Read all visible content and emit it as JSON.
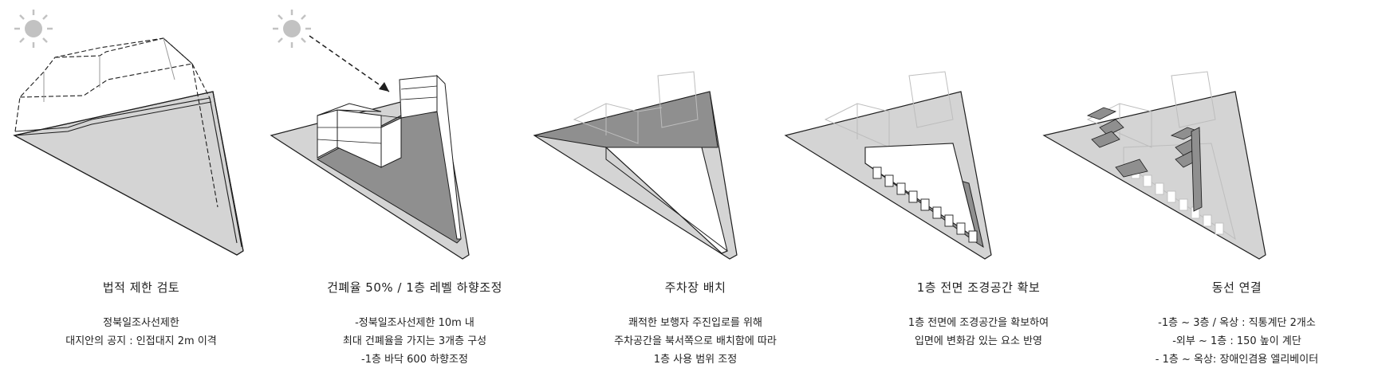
{
  "colors": {
    "ground": "#d4d4d4",
    "shade": "#8f8f8f",
    "line": "#1e1e1e",
    "ghost": "#bdbdbd",
    "sun": "#c2c2c2"
  },
  "panels": [
    {
      "title": "법적 제한 검토",
      "lines": [
        "정북일조사선제한",
        "대지안의 공지 : 인접대지 2m 이격"
      ]
    },
    {
      "title": "건폐율 50% / 1층 레벨 하향조정",
      "lines": [
        "-정북일조사선제한 10m 내",
        "최대 건폐율을 가지는 3개층 구성",
        "-1층 바닥 600  하향조정"
      ]
    },
    {
      "title": "주차장 배치",
      "lines": [
        "쾌적한 보행자 주진입로를 위해",
        "주차공간을 북서쪽으로 배치함에 따라",
        "1층 사용 범위 조정"
      ]
    },
    {
      "title": "1층 전면 조경공간 확보",
      "lines": [
        "1층 전면에 조경공간을 확보하여",
        "입면에 변화감 있는 요소 반영"
      ]
    },
    {
      "title": "동선 연결",
      "lines": [
        "-1층 ~ 3층 / 옥상 : 직통계단 2개소",
        "-외부 ~ 1층 : 150 높이 계단",
        "- 1층 ~ 옥상: 장애인겸용 엘리베이터"
      ]
    }
  ]
}
